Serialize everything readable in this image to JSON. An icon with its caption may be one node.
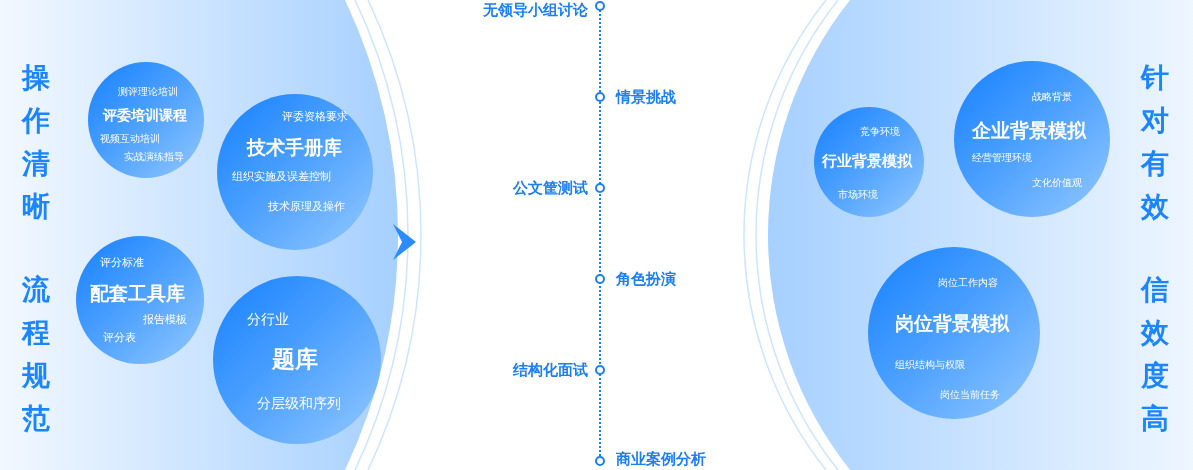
{
  "diagram": {
    "nodes": [
      {
        "text": [
          "操作清晰",
          "流程规范"
        ]
      },
      {
        "text": [
          "测评理论培训",
          "评委培训课程",
          "视频互动培训",
          "实战演练指导"
        ],
        "in": 0
      },
      {
        "text": [
          "评委资格要求",
          "技术手册库",
          "组织实施及误差控制",
          "技术原理及操作"
        ],
        "in": 0
      },
      {
        "text": [
          "评分标准",
          "配套工具库",
          "报告模板",
          "评分表"
        ],
        "in": 0
      },
      {
        "text": [
          "分行业",
          "题库",
          "分层级和序列"
        ],
        "in": 0
      },
      {
        "text": [
          "针对有效",
          "信效度高"
        ]
      },
      {
        "text": [
          "竞争环境",
          "行业背景模拟",
          "市场环境"
        ],
        "in": 5
      },
      {
        "text": [
          "战略背景",
          "企业背景模拟",
          "经营管理环境",
          "文化价值观"
        ],
        "in": 5
      },
      {
        "text": [
          "岗位工作内容",
          "岗位背景模拟",
          "组织结构与权限",
          "岗位当前任务"
        ],
        "in": 5
      }
    ],
    "labels": [
      "无领导小组讨论",
      "情景挑战",
      "公文筐测试",
      "角色扮演",
      "结构化面试",
      "商业案例分析"
    ]
  }
}
